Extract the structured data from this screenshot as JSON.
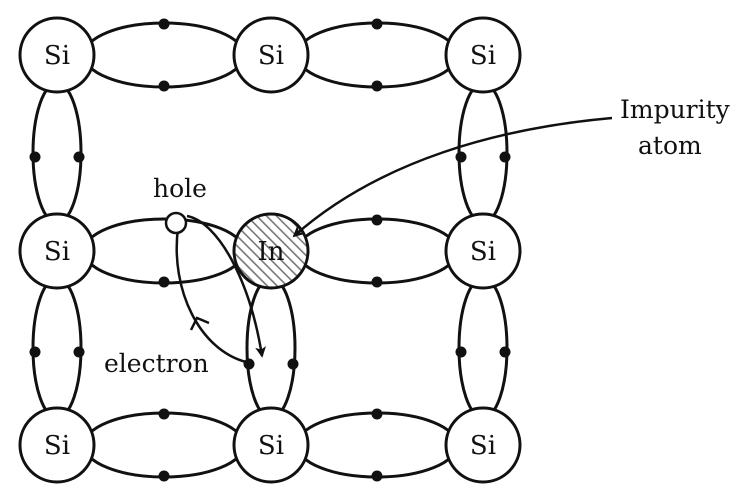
{
  "colors": {
    "ink": "#111111",
    "paper": "#ffffff",
    "hatch": "#777777"
  },
  "atoms": {
    "top_left": "Si",
    "top_middle": "Si",
    "top_right": "Si",
    "middle_left": "Si",
    "center": "In",
    "middle_right": "Si",
    "bottom_left": "Si",
    "bottom_middle": "Si",
    "bottom_right": "Si"
  },
  "labels": {
    "hole": "hole",
    "electron": "electron",
    "impurity_line1": "Impurity",
    "impurity_line2": "atom"
  }
}
